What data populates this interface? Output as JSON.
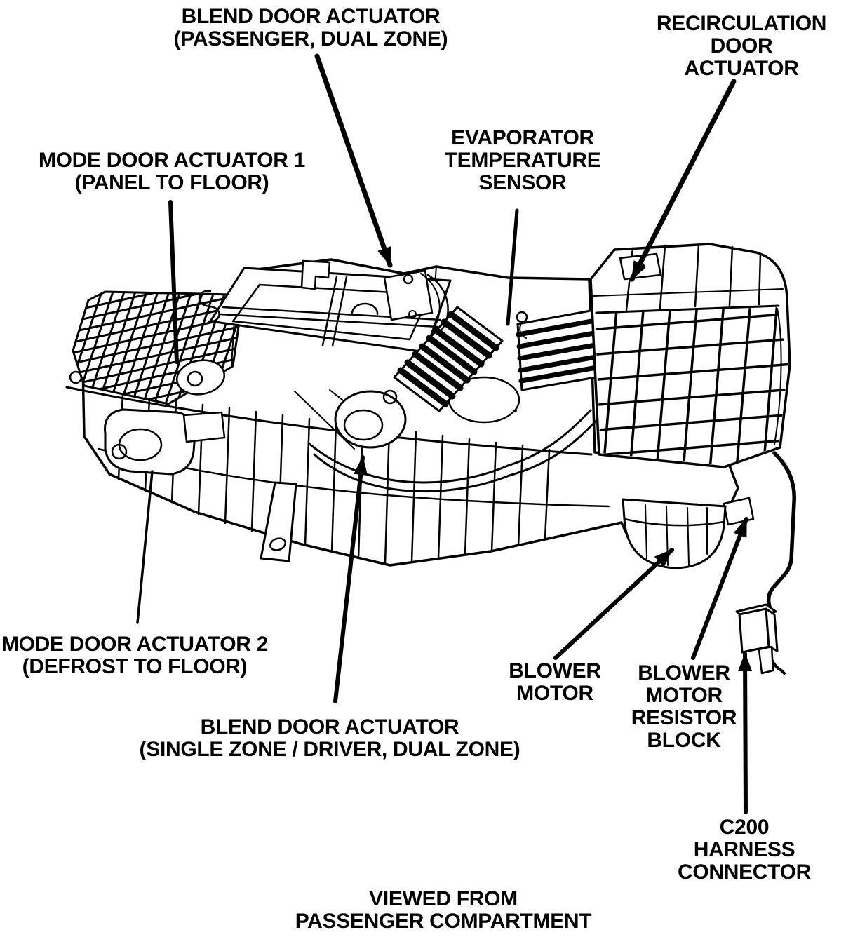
{
  "page": {
    "background": "#ffffff",
    "ink": "#000000"
  },
  "diagram": {
    "labels": {
      "blend_door_passenger": {
        "lines": [
          "BLEND DOOR ACTUATOR",
          "(PASSENGER, DUAL ZONE)"
        ]
      },
      "recirculation_door": {
        "lines": [
          "RECIRCULATION",
          "DOOR",
          "ACTUATOR"
        ]
      },
      "evaporator_temp_sensor": {
        "lines": [
          "EVAPORATOR",
          "TEMPERATURE",
          "SENSOR"
        ]
      },
      "mode_door_1": {
        "lines": [
          "MODE DOOR ACTUATOR 1",
          "(PANEL TO FLOOR)"
        ]
      },
      "mode_door_2": {
        "lines": [
          "MODE DOOR ACTUATOR 2",
          "(DEFROST TO FLOOR)"
        ]
      },
      "blend_door_single": {
        "lines": [
          "BLEND DOOR ACTUATOR",
          "(SINGLE ZONE / DRIVER, DUAL ZONE)"
        ]
      },
      "blower_motor": {
        "lines": [
          "BLOWER",
          "MOTOR"
        ]
      },
      "blower_motor_resistor": {
        "lines": [
          "BLOWER",
          "MOTOR",
          "RESISTOR",
          "BLOCK"
        ]
      },
      "c200_harness_connector": {
        "lines": [
          "C200",
          "HARNESS",
          "CONNECTOR"
        ]
      }
    },
    "caption": {
      "lines": [
        "VIEWED FROM",
        "PASSENGER COMPARTMENT"
      ]
    }
  }
}
